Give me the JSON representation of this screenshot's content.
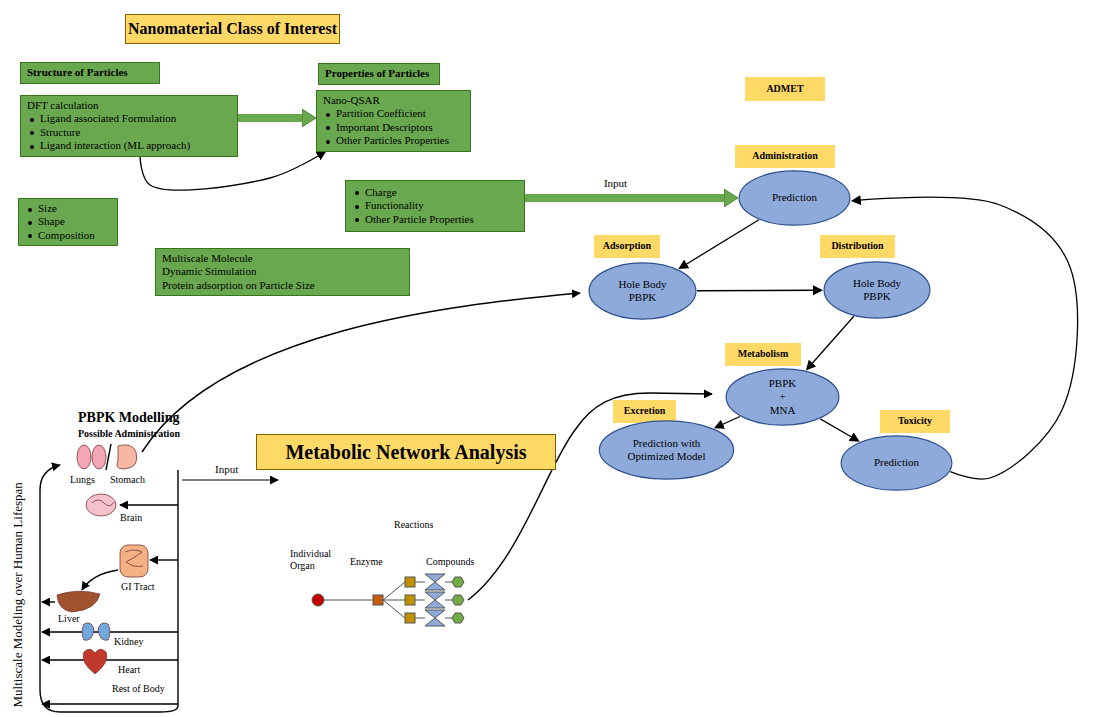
{
  "diagram": {
    "nodes": [
      {
        "text": [
          "Nanomaterial Class of Interest"
        ]
      },
      {
        "text": [
          "Structure of Particles"
        ]
      },
      {
        "text": [
          "DFT calculation",
          "Ligand associated Formulation",
          "Structure",
          "Ligand interaction (ML approach)"
        ]
      },
      {
        "text": [
          "Properties of Particles"
        ]
      },
      {
        "text": [
          "Nano-QSAR",
          "Partition Coefficient",
          "Important Descriptors",
          "Other Particles Properties"
        ]
      },
      {
        "text": [
          "Charge",
          "Functionality",
          "Other Particle Properties"
        ]
      },
      {
        "text": [
          "Size",
          "Shape",
          "Composition"
        ]
      },
      {
        "text": [
          "Multiscale Molecule",
          "Dynamic Stimulation",
          "Protein adsorption on Particle Size"
        ]
      },
      {
        "text": [
          "ADMET"
        ]
      },
      {
        "text": [
          "Administration"
        ]
      },
      {
        "text": [
          "Prediction"
        ]
      },
      {
        "text": [
          "Adsorption"
        ]
      },
      {
        "text": [
          "Hole Body PBPK"
        ]
      },
      {
        "text": [
          "Distribution"
        ]
      },
      {
        "text": [
          "Hole Body PBPK"
        ]
      },
      {
        "text": [
          "Metabolism"
        ]
      },
      {
        "text": [
          "PBPK + MNA"
        ]
      },
      {
        "text": [
          "Excretion"
        ]
      },
      {
        "text": [
          "Prediction with Optimized Model"
        ]
      },
      {
        "text": [
          "Toxicity"
        ]
      },
      {
        "text": [
          "Prediction"
        ]
      },
      {
        "text": [
          "Metabolic Network Analysis"
        ]
      }
    ],
    "edges": [
      {
        "from": 2,
        "to": 4,
        "arrow": "to"
      },
      {
        "from": 2,
        "to": 4,
        "arrow": "to"
      },
      {
        "from": 5,
        "to": 10,
        "label": "Input",
        "arrow": "to"
      },
      {
        "from": 10,
        "to": 12,
        "arrow": "to"
      },
      {
        "from": 12,
        "to": 14,
        "arrow": "to"
      },
      {
        "from": 14,
        "to": 16,
        "arrow": "to"
      },
      {
        "from": 16,
        "to": 18,
        "arrow": "to"
      },
      {
        "from": 16,
        "to": 20,
        "arrow": "to"
      },
      {
        "from": 20,
        "to": 10,
        "arrow": "to"
      }
    ],
    "labels": [
      "PBPK Modelling",
      "Possible Administration",
      "Multiscale Modeling over Human Lifespan",
      "Lungs",
      "Stomach",
      "Brain",
      "GI Tract",
      "Liver",
      "Kidney",
      "Heart",
      "Rest of Body",
      "Input",
      "Reactions",
      "Individual Organ",
      "Enzyme",
      "Compounds"
    ]
  }
}
